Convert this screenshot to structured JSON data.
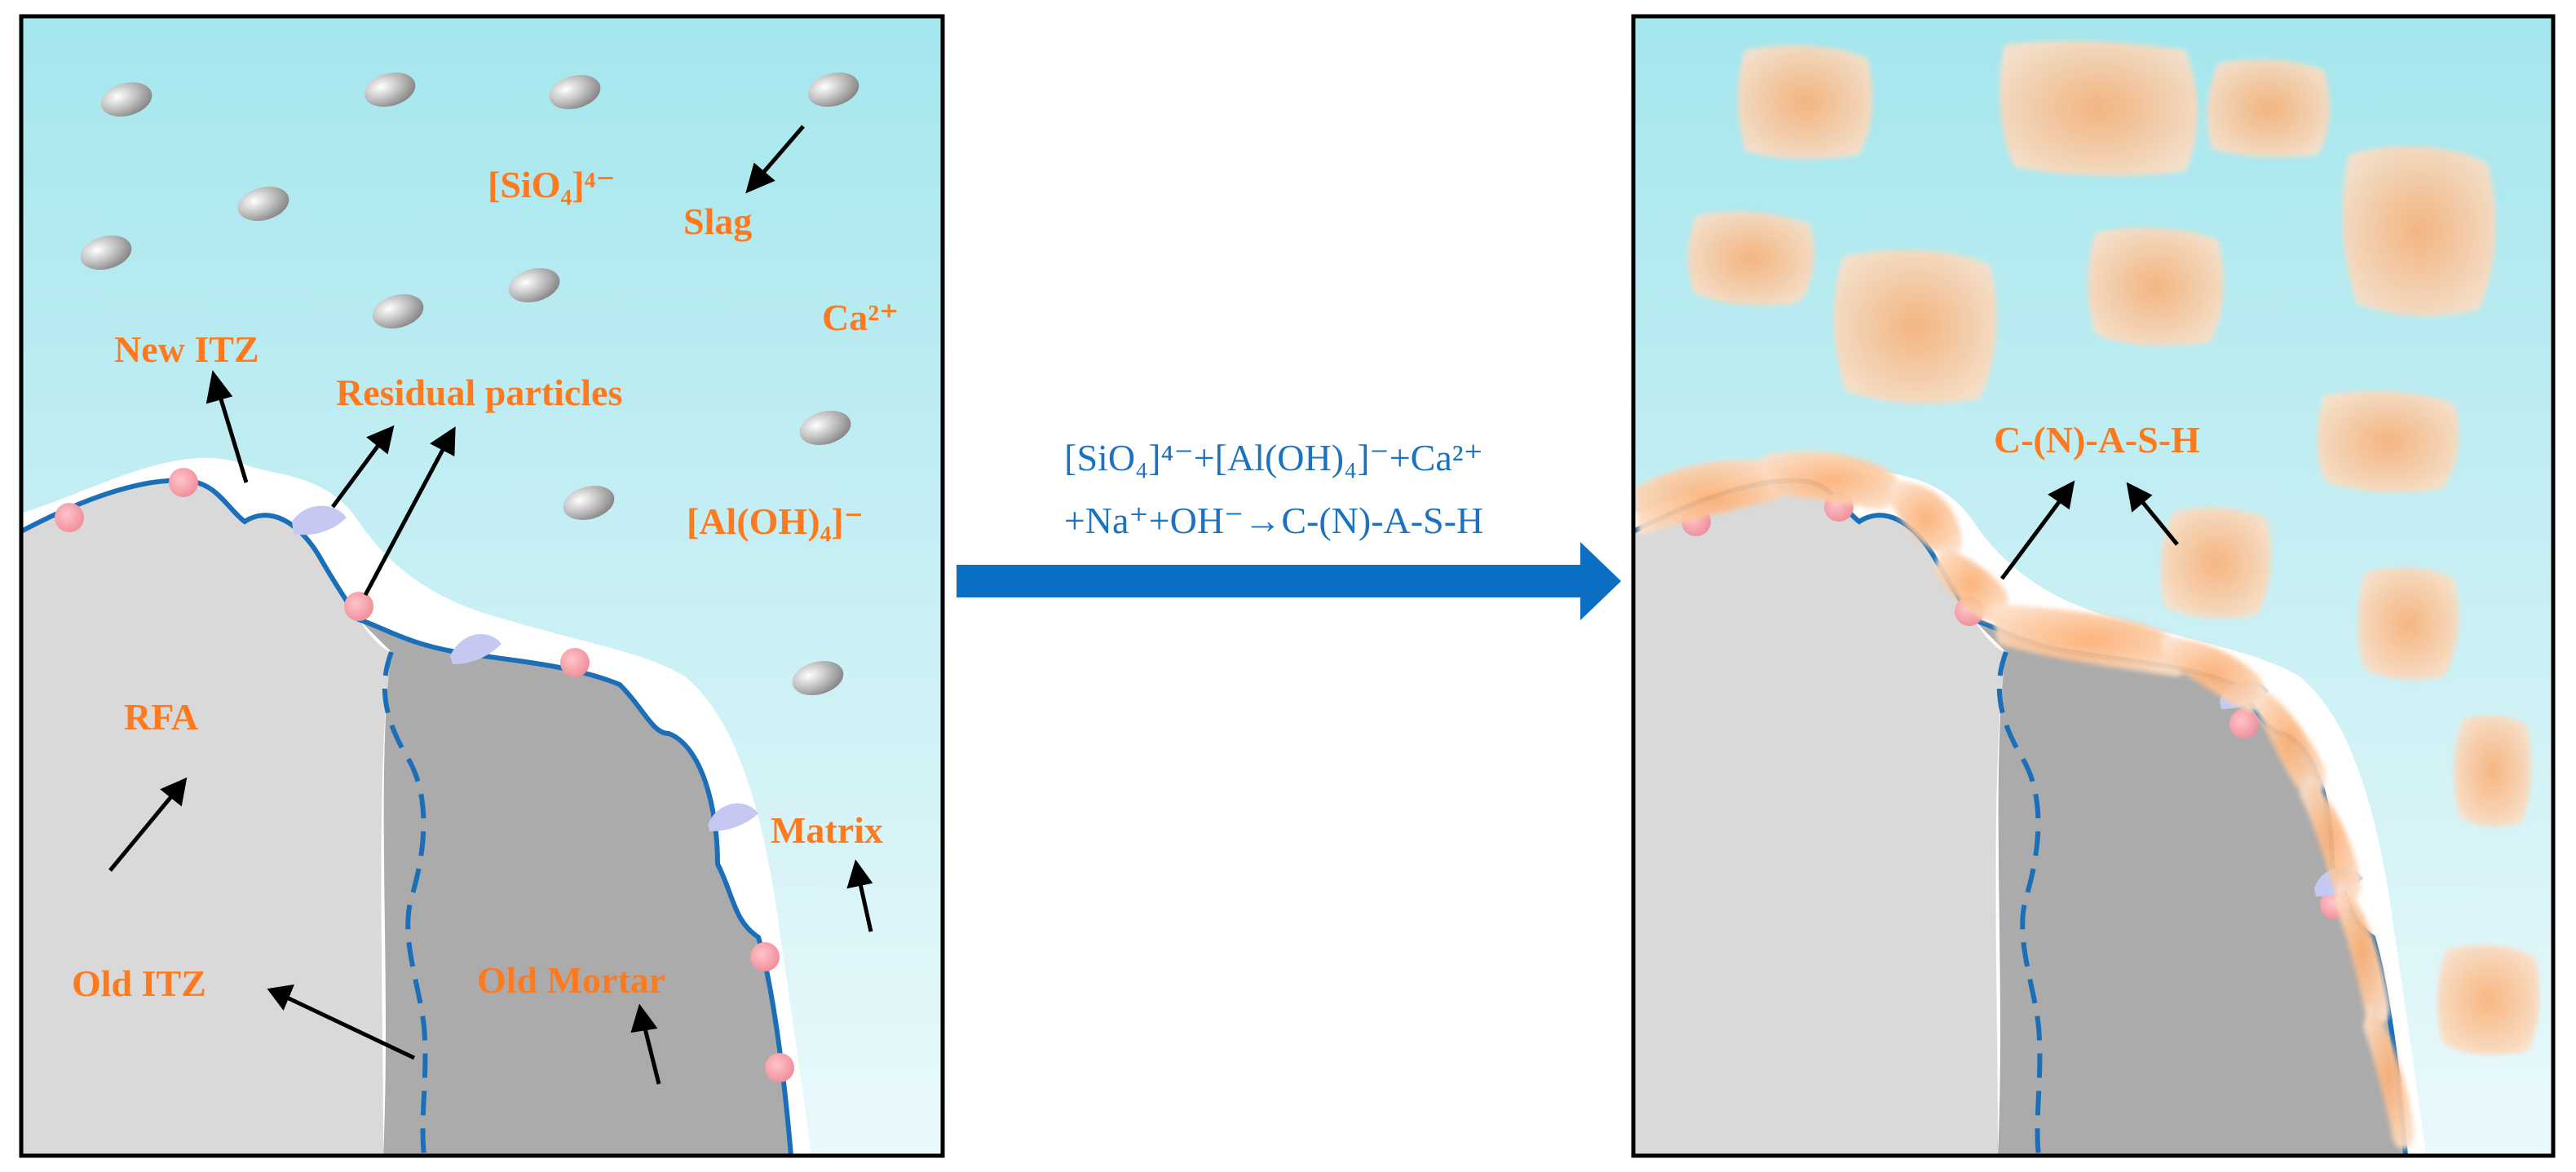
{
  "colors": {
    "label": "#ff7a1e",
    "equation": "#1a72c0",
    "interface": "#1a6fb8",
    "arrow_fill": "#0a6fc2",
    "matrix_top": "#a8e8ee",
    "matrix_bottom": "#e8f8fa",
    "rfa": "#d9d9d9",
    "old_mortar": "#ababab",
    "residual_pink": "#f39aa4",
    "residual_lavender": "#c5c9f2",
    "slag": "#a9a9a9",
    "gel": "#fcc095"
  },
  "icons": [
    "slag-particle-icon",
    "residual-particle-icon",
    "gel-cluster-icon",
    "reaction-arrow-icon"
  ],
  "left_panel": {
    "labels": {
      "sio4": "[SiO₄]⁴⁻",
      "slag": "Slag",
      "ca": "Ca²⁺",
      "new_itz": "New ITZ",
      "residual": "Residual particles",
      "aloh4": "[Al(OH)₄]⁻",
      "rfa": "RFA",
      "matrix": "Matrix",
      "old_itz": "Old ITZ",
      "old_mortar": "Old Mortar"
    }
  },
  "reaction": {
    "line1": "[SiO₄]⁴⁻+[Al(OH)₄]⁻+Ca²⁺",
    "line2": "+Na⁺+OH⁻→C-(N)-A-S-H"
  },
  "right_panel": {
    "labels": {
      "casah": "C-(N)-A-S-H"
    }
  }
}
